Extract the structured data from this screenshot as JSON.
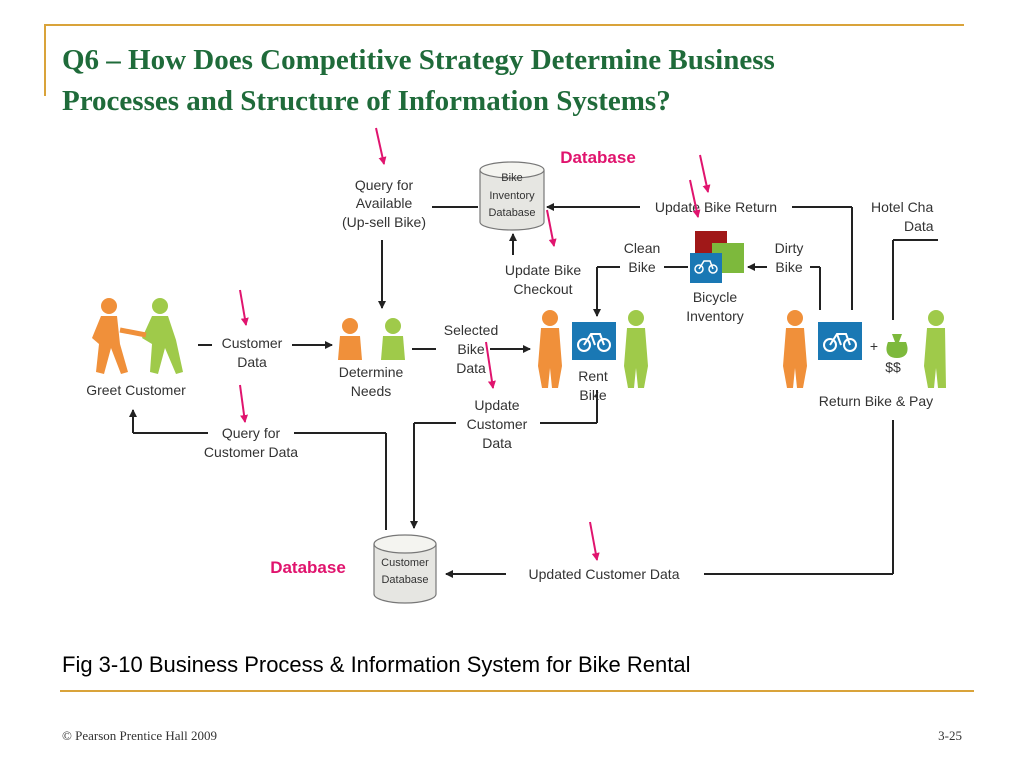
{
  "slide": {
    "title_line1": "Q6 – How Does Competitive Strategy Determine Business",
    "title_line2": "Processes and Structure of  Information Systems?",
    "caption": "Fig 3-10 Business Process & Information System for Bike Rental",
    "footer_left": "© Pearson Prentice Hall 2009",
    "footer_right": "3-25"
  },
  "colors": {
    "title": "#1f6b3a",
    "frame": "#d9a33a",
    "callout": "#e0146e",
    "person_orange": "#f0903a",
    "person_green": "#9fca4a",
    "bike_blue": "#1a78b4"
  },
  "diagram": {
    "bike_db_line1": "Bike",
    "bike_db_line2": "Inventory",
    "bike_db_line3": "Database",
    "customer_db_line1": "Customer",
    "customer_db_line2": "Database",
    "database_label_top": "Database",
    "database_label_bottom": "Database",
    "query_available_1": "Query for",
    "query_available_2": "Available",
    "query_available_3": "(Up-sell Bike)",
    "update_bike_return": "Update Bike Return",
    "hotel_charge_1": "Hotel Cha",
    "hotel_charge_2": "Data",
    "clean_bike_1": "Clean",
    "clean_bike_2": "Bike",
    "dirty_bike_1": "Dirty",
    "dirty_bike_2": "Bike",
    "update_checkout_1": "Update Bike",
    "update_checkout_2": "Checkout",
    "bicycle_inventory_1": "Bicycle",
    "bicycle_inventory_2": "Inventory",
    "customer_data_1": "Customer",
    "customer_data_2": "Data",
    "selected_bike_1": "Selected",
    "selected_bike_2": "Bike",
    "selected_bike_3": "Data",
    "determine_needs_1": "Determine",
    "determine_needs_2": "Needs",
    "greet_customer": "Greet Customer",
    "rent_bike_1": "Rent",
    "rent_bike_2": "Bike",
    "update_customer_1": "Update",
    "update_customer_2": "Customer",
    "update_customer_3": "Data",
    "query_customer_1": "Query for",
    "query_customer_2": "Customer Data",
    "return_bike_pay": "Return Bike & Pay",
    "plus": "+",
    "dollars": "$$",
    "updated_customer_data": "Updated Customer Data"
  }
}
